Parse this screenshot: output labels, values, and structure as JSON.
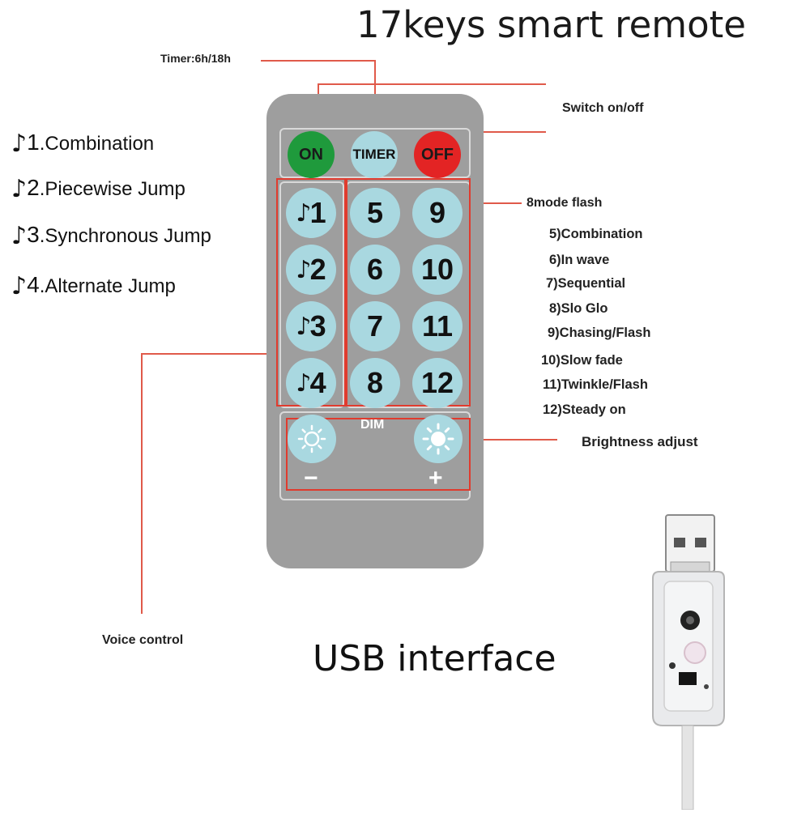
{
  "title": "17keys smart remote",
  "usb_title": "USB interface",
  "callouts": {
    "timer": "Timer:6h/18h",
    "switch": "Switch on/off",
    "mode_flash": "8mode flash",
    "brightness": "Brightness adjust",
    "voice": "Voice control"
  },
  "music_modes": [
    {
      "num": "1",
      "label": ".Combination"
    },
    {
      "num": "2",
      "label": ".Piecewise Jump"
    },
    {
      "num": "3",
      "label": ".Synchronous Jump"
    },
    {
      "num": "4",
      "label": ".Alternate Jump"
    }
  ],
  "flash_modes": [
    "5)Combination",
    "6)In wave",
    "7)Sequential",
    "8)Slo Glo",
    "9)Chasing/Flash",
    "10)Slow fade",
    "11)Twinkle/Flash",
    "12)Steady on"
  ],
  "remote": {
    "on": "ON",
    "timer": "TIMER",
    "off": "OFF",
    "music_keys": [
      "1",
      "2",
      "3",
      "4"
    ],
    "number_keys": [
      [
        "5",
        "9"
      ],
      [
        "6",
        "10"
      ],
      [
        "7",
        "11"
      ],
      [
        "8",
        "12"
      ]
    ],
    "dim": "DIM",
    "minus": "−",
    "plus": "+"
  },
  "colors": {
    "accent_line": "#e05a4a",
    "remote_body": "#9e9e9e",
    "key_light_blue": "#a9d8e0",
    "on_green": "#1f9a3c",
    "off_red": "#e32424"
  },
  "icons": {
    "music_note": "music-note-icon",
    "sun_dim": "sun-dim-icon",
    "sun_bright": "sun-bright-icon"
  }
}
